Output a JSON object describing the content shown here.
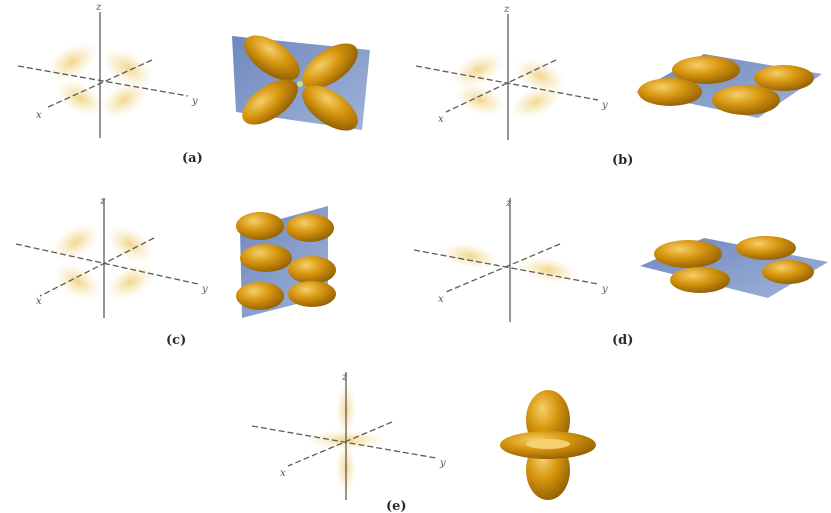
{
  "panels": [
    {
      "caption": "(a)",
      "axes": {
        "z": "z",
        "x": "x",
        "y": "y"
      }
    },
    {
      "caption": "(b)",
      "axes": {
        "z": "z",
        "x": "x",
        "y": "y"
      }
    },
    {
      "caption": "(c)",
      "axes": {
        "z": "z",
        "x": "x",
        "y": "y"
      }
    },
    {
      "caption": "(d)",
      "axes": {
        "z": "z",
        "x": "x",
        "y": "y"
      }
    },
    {
      "caption": "(e)",
      "axes": {
        "z": "z",
        "x": "x",
        "y": "y"
      }
    }
  ],
  "colors": {
    "lobe_dark": "#a86f05",
    "lobe_mid": "#d6960e",
    "lobe_light": "#f2c45a",
    "plane": "#7f98c9",
    "cloud": "#f3dc8e"
  }
}
